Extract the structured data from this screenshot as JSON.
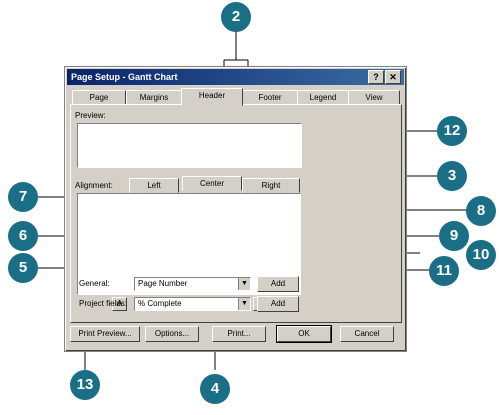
{
  "dialog": {
    "title": "Page Setup - Gantt Chart",
    "help_label": "?",
    "close_label": "✕"
  },
  "tabs": [
    "Page",
    "Margins",
    "Header",
    "Footer",
    "Legend",
    "View"
  ],
  "preview_label": "Preview:",
  "alignment": {
    "label": "Alignment:",
    "tabs": [
      "Left",
      "Center",
      "Right"
    ]
  },
  "general": {
    "label": "General:",
    "value": "Page Number",
    "add_label": "Add"
  },
  "project_fields": {
    "label": "Project fields:",
    "value": "% Complete",
    "add_label": "Add"
  },
  "buttons": {
    "print_preview": "Print Preview...",
    "options": "Options...",
    "print": "Print...",
    "ok": "OK",
    "cancel": "Cancel"
  },
  "icons": {
    "font": "A",
    "page_number": "#",
    "total_pages": "±",
    "date": "▦",
    "time": "◷",
    "file_name": "₪",
    "picture": "▣"
  },
  "callouts": [
    "2",
    "12",
    "3",
    "7",
    "8",
    "6",
    "9",
    "10",
    "5",
    "11",
    "13",
    "4"
  ],
  "colors": {
    "callout": "#1a6e86",
    "dialog_face": "#d4d0c8",
    "titlebar": "#0a246a"
  }
}
